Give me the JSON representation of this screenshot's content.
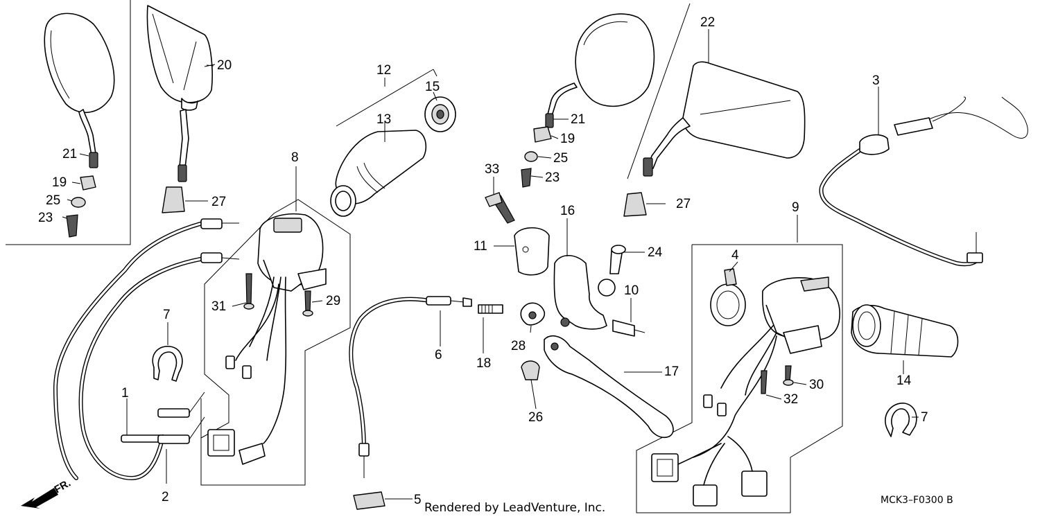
{
  "part_labels": [
    "1",
    "2",
    "3",
    "4",
    "5",
    "6",
    "7",
    "7",
    "8",
    "9",
    "10",
    "11",
    "12",
    "13",
    "14",
    "15",
    "16",
    "17",
    "18",
    "19",
    "19",
    "20",
    "21",
    "21",
    "22",
    "23",
    "23",
    "24",
    "25",
    "25",
    "26",
    "27",
    "27",
    "28",
    "29",
    "30",
    "31",
    "32",
    "33"
  ],
  "credit": "Rendered by LeadVenture, Inc.",
  "diagram_code": "MCK3–F0300 B",
  "front_marker": "FR."
}
